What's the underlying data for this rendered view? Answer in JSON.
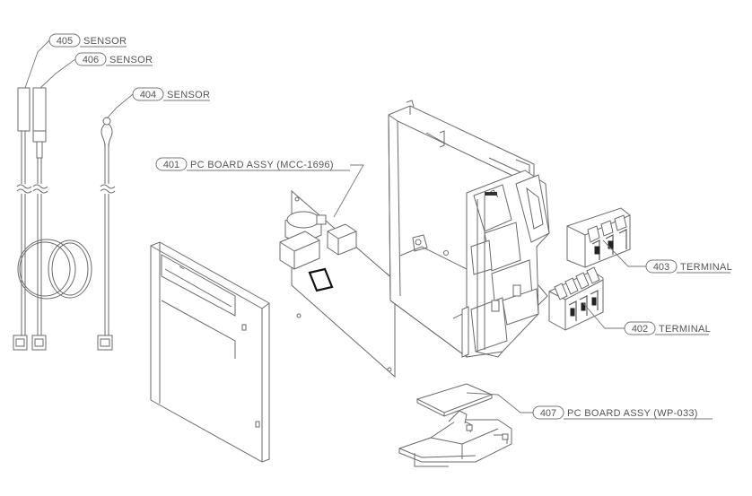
{
  "callouts": [
    {
      "number": "405",
      "text": "SENSOR"
    },
    {
      "number": "406",
      "text": "SENSOR"
    },
    {
      "number": "404",
      "text": "SENSOR"
    },
    {
      "number": "401",
      "text": "PC BOARD ASSY (MCC-1696)"
    },
    {
      "number": "403",
      "text": "TERMINAL"
    },
    {
      "number": "402",
      "text": "TERMINAL"
    },
    {
      "number": "407",
      "text": "PC BOARD ASSY (WP-033)"
    }
  ]
}
